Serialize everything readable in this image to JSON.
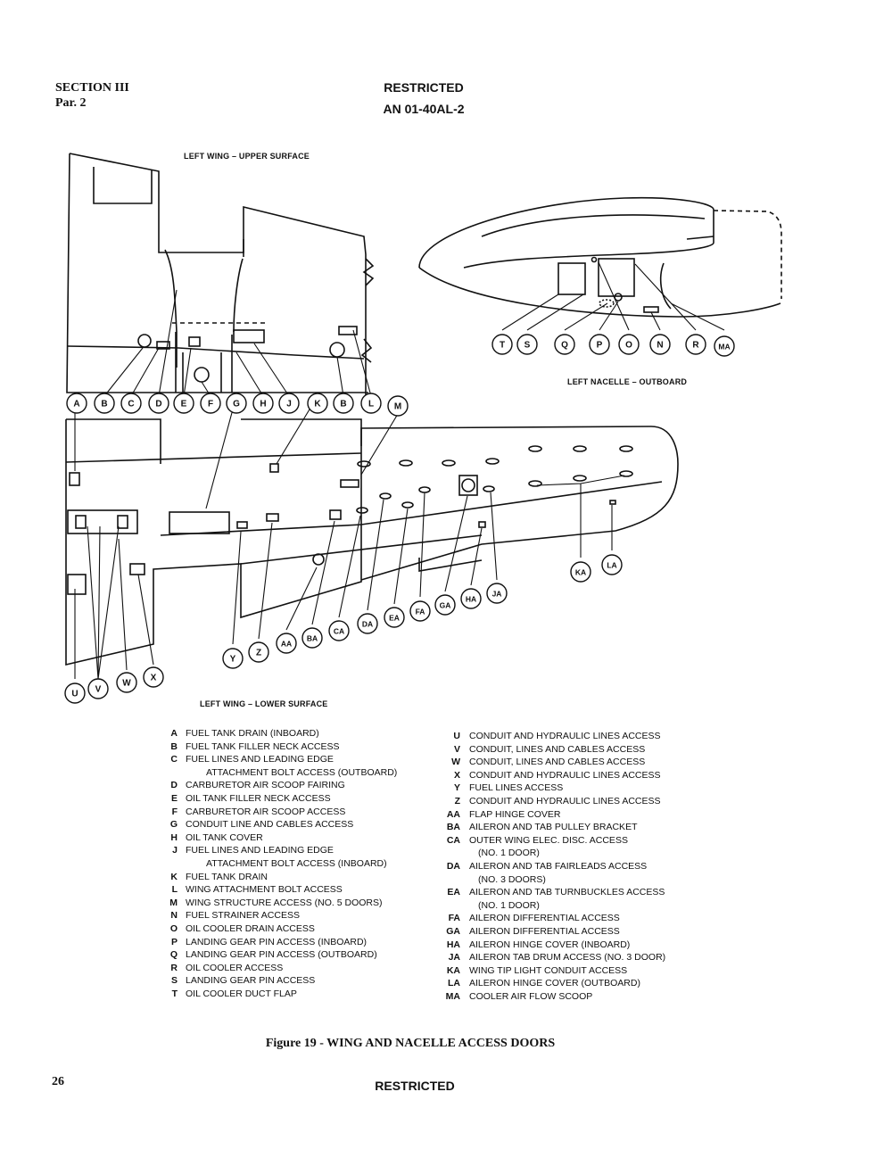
{
  "header": {
    "section": "SECTION III",
    "paragraph": "Par. 2",
    "classification": "RESTRICTED",
    "doc_number": "AN 01-40AL-2"
  },
  "figure": {
    "label_upper": "LEFT WING – UPPER SURFACE",
    "label_nacelle": "LEFT NACELLE – OUTBOARD",
    "label_lower": "LEFT WING – LOWER SURFACE",
    "callouts_upper": [
      "A",
      "B",
      "C",
      "D",
      "E",
      "F",
      "G",
      "H",
      "J",
      "K",
      "B",
      "L",
      "M"
    ],
    "callouts_nacelle": [
      "T",
      "S",
      "Q",
      "P",
      "O",
      "N",
      "R",
      "MA"
    ],
    "callouts_lower": [
      "U",
      "V",
      "W",
      "X",
      "Y",
      "Z",
      "AA",
      "BA",
      "CA",
      "DA",
      "EA",
      "FA",
      "GA",
      "HA",
      "JA",
      "KA",
      "LA"
    ],
    "caption": "Figure 19 - WING AND NACELLE ACCESS DOORS"
  },
  "legend_left": [
    {
      "key": "A",
      "text": "FUEL TANK DRAIN (INBOARD)"
    },
    {
      "key": "B",
      "text": "FUEL TANK FILLER NECK ACCESS"
    },
    {
      "key": "C",
      "text": "FUEL LINES AND LEADING EDGE",
      "cont": "ATTACHMENT BOLT ACCESS (OUTBOARD)"
    },
    {
      "key": "D",
      "text": "CARBURETOR AIR SCOOP FAIRING"
    },
    {
      "key": "E",
      "text": "OIL TANK FILLER NECK ACCESS"
    },
    {
      "key": "F",
      "text": "CARBURETOR AIR SCOOP ACCESS"
    },
    {
      "key": "G",
      "text": "CONDUIT LINE AND CABLES ACCESS"
    },
    {
      "key": "H",
      "text": "OIL TANK COVER"
    },
    {
      "key": "J",
      "text": "FUEL LINES AND LEADING EDGE",
      "cont": "ATTACHMENT BOLT ACCESS (INBOARD)"
    },
    {
      "key": "K",
      "text": "FUEL TANK DRAIN"
    },
    {
      "key": "L",
      "text": "WING ATTACHMENT BOLT ACCESS"
    },
    {
      "key": "M",
      "text": "WING STRUCTURE ACCESS (NO. 5 DOORS)"
    },
    {
      "key": "N",
      "text": "FUEL STRAINER ACCESS"
    },
    {
      "key": "O",
      "text": "OIL COOLER DRAIN ACCESS"
    },
    {
      "key": "P",
      "text": "LANDING GEAR PIN ACCESS (INBOARD)"
    },
    {
      "key": "Q",
      "text": "LANDING GEAR PIN ACCESS (OUTBOARD)"
    },
    {
      "key": "R",
      "text": "OIL COOLER ACCESS"
    },
    {
      "key": "S",
      "text": "LANDING GEAR PIN ACCESS"
    },
    {
      "key": "T",
      "text": "OIL COOLER DUCT FLAP"
    }
  ],
  "legend_right": [
    {
      "key": "U",
      "text": "CONDUIT AND HYDRAULIC LINES ACCESS"
    },
    {
      "key": "V",
      "text": "CONDUIT, LINES AND CABLES ACCESS"
    },
    {
      "key": "W",
      "text": "CONDUIT, LINES AND CABLES ACCESS"
    },
    {
      "key": "X",
      "text": "CONDUIT AND HYDRAULIC LINES ACCESS"
    },
    {
      "key": "Y",
      "text": "FUEL LINES ACCESS"
    },
    {
      "key": "Z",
      "text": "CONDUIT AND HYDRAULIC LINES ACCESS"
    },
    {
      "key": "AA",
      "text": "FLAP HINGE COVER"
    },
    {
      "key": "BA",
      "text": "AILERON AND TAB PULLEY BRACKET"
    },
    {
      "key": "CA",
      "text": "OUTER WING ELEC. DISC. ACCESS",
      "cont": "(NO. 1 DOOR)"
    },
    {
      "key": "DA",
      "text": "AILERON AND TAB FAIRLEADS ACCESS",
      "cont": "(NO. 3 DOORS)"
    },
    {
      "key": "EA",
      "text": "AILERON AND TAB TURNBUCKLES ACCESS",
      "cont": "(NO. 1 DOOR)"
    },
    {
      "key": "FA",
      "text": "AILERON DIFFERENTIAL ACCESS"
    },
    {
      "key": "GA",
      "text": "AILERON DIFFERENTIAL ACCESS"
    },
    {
      "key": "HA",
      "text": "AILERON HINGE COVER (INBOARD)"
    },
    {
      "key": "JA",
      "text": "AILERON TAB DRUM ACCESS (NO. 3 DOOR)"
    },
    {
      "key": "KA",
      "text": "WING TIP LIGHT CONDUIT ACCESS"
    },
    {
      "key": "LA",
      "text": "AILERON HINGE COVER (OUTBOARD)"
    },
    {
      "key": "MA",
      "text": "COOLER AIR FLOW SCOOP"
    }
  ],
  "footer": {
    "page_number": "26",
    "classification": "RESTRICTED"
  }
}
